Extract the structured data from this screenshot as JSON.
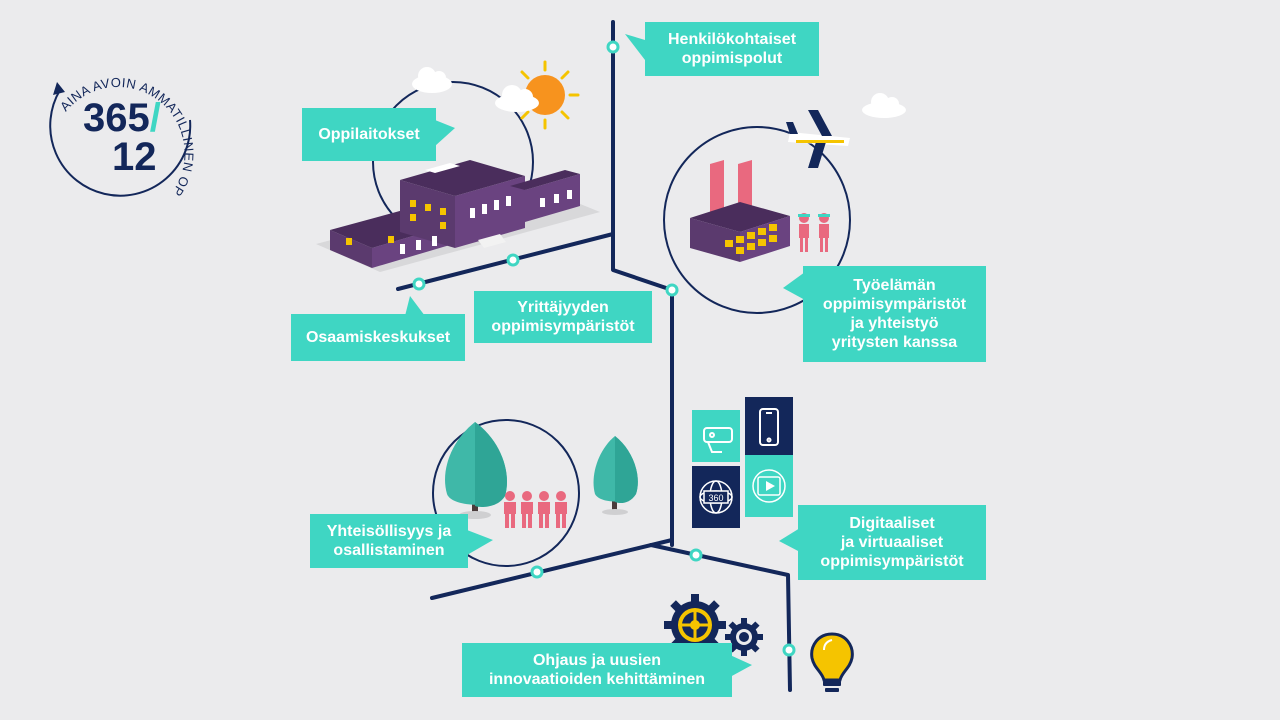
{
  "logo": {
    "ring_text": "AINA AVOIN AMMATILLINEN OPPILAITOS",
    "numerator": "365",
    "slash": "/",
    "denominator": "12"
  },
  "labels": {
    "henkilokohtaiset": [
      "Henkilökohtaiset",
      "oppimispolut"
    ],
    "oppilaitokset": [
      "Oppilaitokset"
    ],
    "osaamiskeskukset": [
      "Osaamiskeskukset"
    ],
    "yrittajyyden": [
      "Yrittäjyyden",
      "oppimisympäristöt"
    ],
    "tyoelaman": [
      "Työelämän",
      "oppimisympäristöt",
      "ja yhteistyö",
      "yritysten kanssa"
    ],
    "yhteisollisyys": [
      "Yhteisöllisyys ja",
      "osallistaminen"
    ],
    "digitaaliset": [
      "Digitaaliset",
      "ja virtuaaliset",
      "oppimisympäristöt"
    ],
    "ohjaus": [
      "Ohjaus ja uusien",
      "innovaatioiden kehittäminen"
    ]
  },
  "icons": {
    "digital_tiles": [
      "vr-headset-icon",
      "smartphone-icon",
      "360-view-icon",
      "video-player-icon"
    ],
    "others": [
      "school-building-icon",
      "factory-icon",
      "airplane-icon",
      "sun-icon",
      "cloud-icon",
      "tree-icon",
      "people-icon",
      "gears-icon",
      "lightbulb-icon"
    ]
  },
  "colors": {
    "background": "#ebebed",
    "navy": "#13275a",
    "teal": "#3fd6c3",
    "purple": "#5b3a6e",
    "pink": "#e9697f",
    "orange": "#f7931e",
    "yellow": "#f5c400"
  }
}
